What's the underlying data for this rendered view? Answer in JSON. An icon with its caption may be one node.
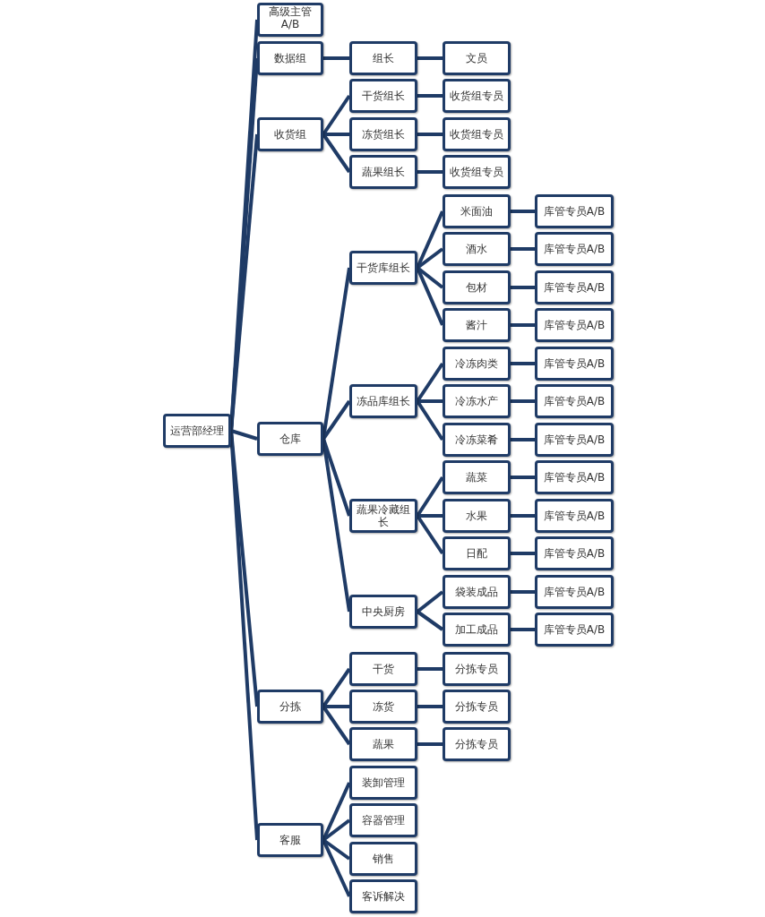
{
  "diagram": {
    "nodes": [
      {
        "text": [
          "运营部经理"
        ]
      },
      {
        "text": [
          "高级主管A/B"
        ]
      },
      {
        "text": [
          "数据组"
        ]
      },
      {
        "text": [
          "组长"
        ]
      },
      {
        "text": [
          "文员"
        ]
      },
      {
        "text": [
          "收货组"
        ]
      },
      {
        "text": [
          "干货组长"
        ]
      },
      {
        "text": [
          "收货组专员"
        ]
      },
      {
        "text": [
          "冻货组长"
        ]
      },
      {
        "text": [
          "收货组专员"
        ]
      },
      {
        "text": [
          "蔬果组长"
        ]
      },
      {
        "text": [
          "收货组专员"
        ]
      },
      {
        "text": [
          "仓库"
        ]
      },
      {
        "text": [
          "干货库组长"
        ]
      },
      {
        "text": [
          "米面油"
        ]
      },
      {
        "text": [
          "库管专员A/B"
        ]
      },
      {
        "text": [
          "酒水"
        ]
      },
      {
        "text": [
          "库管专员A/B"
        ]
      },
      {
        "text": [
          "包材"
        ]
      },
      {
        "text": [
          "库管专员A/B"
        ]
      },
      {
        "text": [
          "酱汁"
        ]
      },
      {
        "text": [
          "库管专员A/B"
        ]
      },
      {
        "text": [
          "冻品库组长"
        ]
      },
      {
        "text": [
          "冷冻肉类"
        ]
      },
      {
        "text": [
          "库管专员A/B"
        ]
      },
      {
        "text": [
          "冷冻水产"
        ]
      },
      {
        "text": [
          "库管专员A/B"
        ]
      },
      {
        "text": [
          "冷冻菜肴"
        ]
      },
      {
        "text": [
          "库管专员A/B"
        ]
      },
      {
        "text": [
          "蔬果冷藏组长"
        ]
      },
      {
        "text": [
          "蔬菜"
        ]
      },
      {
        "text": [
          "库管专员A/B"
        ]
      },
      {
        "text": [
          "水果"
        ]
      },
      {
        "text": [
          "库管专员A/B"
        ]
      },
      {
        "text": [
          "日配"
        ]
      },
      {
        "text": [
          "库管专员A/B"
        ]
      },
      {
        "text": [
          "中央厨房"
        ]
      },
      {
        "text": [
          "袋装成品"
        ]
      },
      {
        "text": [
          "库管专员A/B"
        ]
      },
      {
        "text": [
          "加工成品"
        ]
      },
      {
        "text": [
          "库管专员A/B"
        ]
      },
      {
        "text": [
          "分拣"
        ]
      },
      {
        "text": [
          "干货"
        ]
      },
      {
        "text": [
          "分拣专员"
        ]
      },
      {
        "text": [
          "冻货"
        ]
      },
      {
        "text": [
          "分拣专员"
        ]
      },
      {
        "text": [
          "蔬果"
        ]
      },
      {
        "text": [
          "分拣专员"
        ]
      },
      {
        "text": [
          "客服"
        ]
      },
      {
        "text": [
          "装卸管理"
        ]
      },
      {
        "text": [
          "容器管理"
        ]
      },
      {
        "text": [
          "销售"
        ]
      },
      {
        "text": [
          "客诉解决"
        ]
      }
    ],
    "edges": [
      {
        "from": 0,
        "to": 1,
        "arrow": "none"
      },
      {
        "from": 0,
        "to": 2,
        "arrow": "none"
      },
      {
        "from": 0,
        "to": 5,
        "arrow": "none"
      },
      {
        "from": 0,
        "to": 12,
        "arrow": "none"
      },
      {
        "from": 0,
        "to": 41,
        "arrow": "none"
      },
      {
        "from": 0,
        "to": 48,
        "arrow": "none"
      },
      {
        "from": 2,
        "to": 3,
        "arrow": "none"
      },
      {
        "from": 3,
        "to": 4,
        "arrow": "none"
      },
      {
        "from": 5,
        "to": 6,
        "arrow": "none"
      },
      {
        "from": 5,
        "to": 8,
        "arrow": "none"
      },
      {
        "from": 5,
        "to": 10,
        "arrow": "none"
      },
      {
        "from": 6,
        "to": 7,
        "arrow": "none"
      },
      {
        "from": 8,
        "to": 9,
        "arrow": "none"
      },
      {
        "from": 10,
        "to": 11,
        "arrow": "none"
      },
      {
        "from": 12,
        "to": 13,
        "arrow": "none"
      },
      {
        "from": 12,
        "to": 22,
        "arrow": "none"
      },
      {
        "from": 12,
        "to": 29,
        "arrow": "none"
      },
      {
        "from": 12,
        "to": 36,
        "arrow": "none"
      },
      {
        "from": 13,
        "to": 14,
        "arrow": "none"
      },
      {
        "from": 13,
        "to": 16,
        "arrow": "none"
      },
      {
        "from": 13,
        "to": 18,
        "arrow": "none"
      },
      {
        "from": 13,
        "to": 20,
        "arrow": "none"
      },
      {
        "from": 14,
        "to": 15,
        "arrow": "none"
      },
      {
        "from": 16,
        "to": 17,
        "arrow": "none"
      },
      {
        "from": 18,
        "to": 19,
        "arrow": "none"
      },
      {
        "from": 20,
        "to": 21,
        "arrow": "none"
      },
      {
        "from": 22,
        "to": 23,
        "arrow": "none"
      },
      {
        "from": 22,
        "to": 25,
        "arrow": "none"
      },
      {
        "from": 22,
        "to": 27,
        "arrow": "none"
      },
      {
        "from": 23,
        "to": 24,
        "arrow": "none"
      },
      {
        "from": 25,
        "to": 26,
        "arrow": "none"
      },
      {
        "from": 27,
        "to": 28,
        "arrow": "none"
      },
      {
        "from": 29,
        "to": 30,
        "arrow": "none"
      },
      {
        "from": 29,
        "to": 32,
        "arrow": "none"
      },
      {
        "from": 29,
        "to": 34,
        "arrow": "none"
      },
      {
        "from": 30,
        "to": 31,
        "arrow": "none"
      },
      {
        "from": 32,
        "to": 33,
        "arrow": "none"
      },
      {
        "from": 34,
        "to": 35,
        "arrow": "none"
      },
      {
        "from": 36,
        "to": 37,
        "arrow": "none"
      },
      {
        "from": 36,
        "to": 39,
        "arrow": "none"
      },
      {
        "from": 37,
        "to": 38,
        "arrow": "none"
      },
      {
        "from": 39,
        "to": 40,
        "arrow": "none"
      },
      {
        "from": 41,
        "to": 42,
        "arrow": "none"
      },
      {
        "from": 41,
        "to": 44,
        "arrow": "none"
      },
      {
        "from": 41,
        "to": 46,
        "arrow": "none"
      },
      {
        "from": 42,
        "to": 43,
        "arrow": "none"
      },
      {
        "from": 44,
        "to": 45,
        "arrow": "none"
      },
      {
        "from": 46,
        "to": 47,
        "arrow": "none"
      },
      {
        "from": 48,
        "to": 49,
        "arrow": "none"
      },
      {
        "from": 48,
        "to": 50,
        "arrow": "none"
      },
      {
        "from": 48,
        "to": 51,
        "arrow": "none"
      },
      {
        "from": 48,
        "to": 52,
        "arrow": "none"
      }
    ]
  }
}
